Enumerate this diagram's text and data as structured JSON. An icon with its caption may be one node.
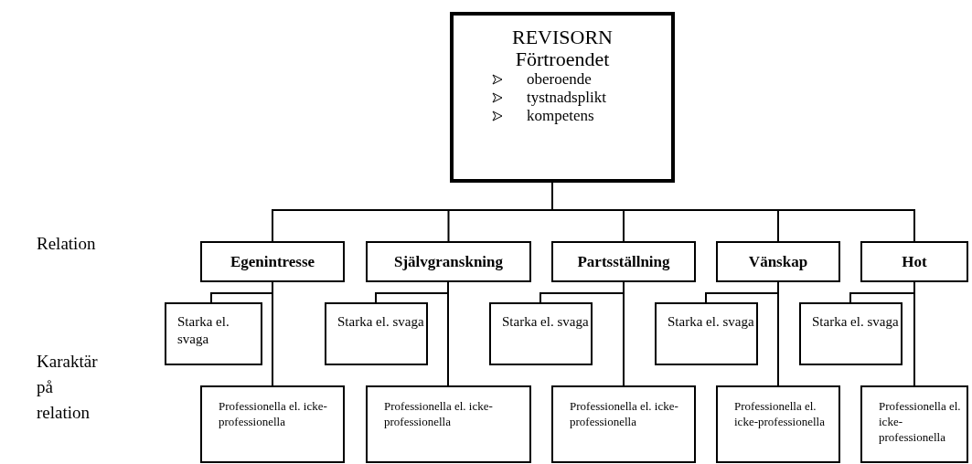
{
  "diagram": {
    "nodes": [
      {
        "text": [
          "REVISORN",
          "Förtroendet",
          "oberoende",
          "tystnadsplikt",
          "kompetens"
        ]
      },
      {
        "text": [
          "Egenintresse"
        ]
      },
      {
        "text": [
          "Självgranskning"
        ]
      },
      {
        "text": [
          "Partsställning"
        ]
      },
      {
        "text": [
          "Vänskap"
        ]
      },
      {
        "text": [
          "Hot"
        ]
      },
      {
        "text": [
          "Starka el. svaga"
        ]
      },
      {
        "text": [
          "Starka el. svaga"
        ]
      },
      {
        "text": [
          "Starka el. svaga"
        ]
      },
      {
        "text": [
          "Starka el. svaga"
        ]
      },
      {
        "text": [
          "Starka el. svaga"
        ]
      },
      {
        "text": [
          "Professionella el. icke-professionella"
        ]
      },
      {
        "text": [
          "Professionella el. icke-professionella"
        ]
      },
      {
        "text": [
          "Professionella el. icke-professionella"
        ]
      },
      {
        "text": [
          "Professionella el. icke-professionella"
        ]
      },
      {
        "text": [
          "Professionella el. icke-professionella"
        ]
      }
    ],
    "edges": [
      {
        "from": 0,
        "to": 1,
        "arrow": "none"
      },
      {
        "from": 0,
        "to": 2,
        "arrow": "none"
      },
      {
        "from": 0,
        "to": 3,
        "arrow": "none"
      },
      {
        "from": 0,
        "to": 4,
        "arrow": "none"
      },
      {
        "from": 0,
        "to": 5,
        "arrow": "none"
      },
      {
        "from": 1,
        "to": 6,
        "arrow": "none"
      },
      {
        "from": 1,
        "to": 11,
        "arrow": "none"
      },
      {
        "from": 2,
        "to": 7,
        "arrow": "none"
      },
      {
        "from": 2,
        "to": 12,
        "arrow": "none"
      },
      {
        "from": 3,
        "to": 8,
        "arrow": "none"
      },
      {
        "from": 3,
        "to": 13,
        "arrow": "none"
      },
      {
        "from": 4,
        "to": 9,
        "arrow": "none"
      },
      {
        "from": 4,
        "to": 14,
        "arrow": "none"
      },
      {
        "from": 5,
        "to": 10,
        "arrow": "none"
      },
      {
        "from": 5,
        "to": 15,
        "arrow": "none"
      }
    ],
    "labels": [
      "Relation",
      "Karaktär på relation"
    ]
  }
}
